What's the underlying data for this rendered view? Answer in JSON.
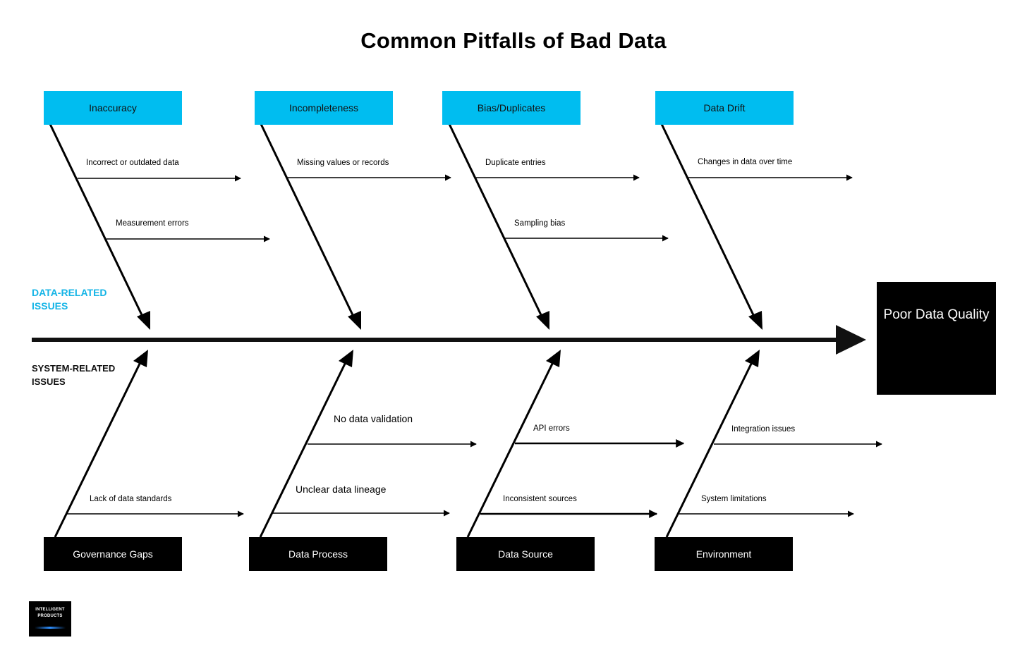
{
  "title": "Common Pitfalls of Bad Data",
  "effect": "Poor Data Quality",
  "section_labels": {
    "data_related": "DATA-RELATED ISSUES",
    "system_related": "SYSTEM-RELATED ISSUES"
  },
  "colors": {
    "data_category": "#00bdf0",
    "system_category": "#000000",
    "data_label": "#14b4e6",
    "spine": "#111111"
  },
  "categories_top": [
    {
      "label": "Inaccuracy",
      "causes": [
        "Incorrect or outdated data",
        "Measurement errors"
      ]
    },
    {
      "label": "Incompleteness",
      "causes": [
        "Missing values or records"
      ]
    },
    {
      "label": "Bias/Duplicates",
      "causes": [
        "Duplicate entries",
        "Sampling bias"
      ]
    },
    {
      "label": "Data Drift",
      "causes": [
        "Changes in data over time"
      ]
    }
  ],
  "categories_bottom": [
    {
      "label": "Governance Gaps",
      "causes": [
        "Lack of data standards"
      ]
    },
    {
      "label": "Data Process",
      "causes": [
        "No data validation",
        "Unclear data lineage"
      ]
    },
    {
      "label": "Data Source",
      "causes": [
        "API errors",
        "Inconsistent sources"
      ]
    },
    {
      "label": "Environment",
      "causes": [
        "Integration issues",
        "System limitations"
      ]
    }
  ],
  "logo": {
    "line1": "INTELLIGENT",
    "line2": "PRODUCTS"
  }
}
